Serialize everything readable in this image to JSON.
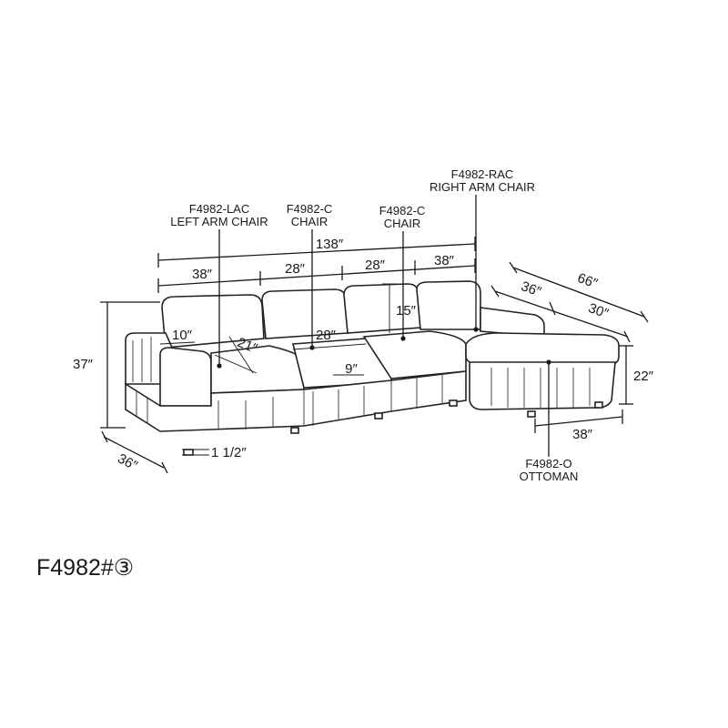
{
  "components": [
    {
      "code": "F4982-LAC",
      "name": "LEFT ARM CHAIR"
    },
    {
      "code": "F4982-C",
      "name": "CHAIR"
    },
    {
      "code": "F4982-C",
      "name": "CHAIR"
    },
    {
      "code": "F4982-RAC",
      "name": "RIGHT ARM CHAIR"
    },
    {
      "code": "F4982-O",
      "name": "OTTOMAN"
    }
  ],
  "dimensions": {
    "total_width": "138″",
    "lac_width": "38″",
    "chair1_width": "28″",
    "chair2_width": "28″",
    "rac_width": "38″",
    "height": "37″",
    "depth": "36″",
    "arm_width": "10″",
    "seat_depth": "21″",
    "seat_width": "28″",
    "back_height": "15″",
    "seat_gap": "9″",
    "leg_height": "1 1/2″",
    "chaise_length": "66″",
    "chaise_arm_depth": "36″",
    "chaise_inner": "30″",
    "ottoman_height": "22″",
    "ottoman_width": "38″"
  },
  "model_code": "F4982#③"
}
